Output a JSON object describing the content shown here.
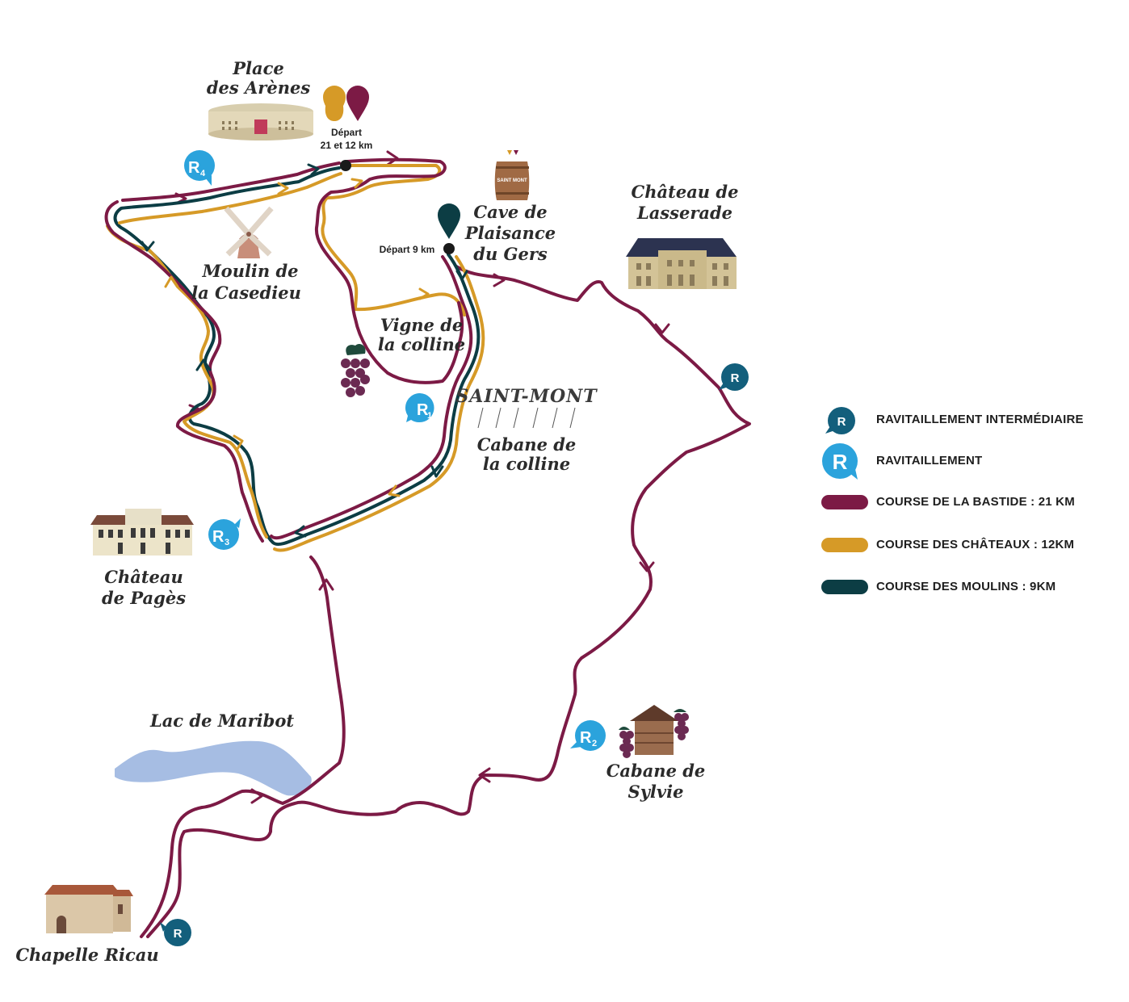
{
  "colors": {
    "bastide": "#7c1a45",
    "chateaux": "#d69a27",
    "moulins": "#0c3d44",
    "refuel": "#2ba3dc",
    "refuel_mid": "#135f7c",
    "lake": "#a6bde3"
  },
  "places": {
    "arenes_1": "Place",
    "arenes_2": "des Arènes",
    "cave_1": "Cave de",
    "cave_2": "Plaisance",
    "cave_3": "du Gers",
    "lasserade_1": "Château de",
    "lasserade_2": "Lasserade",
    "moulin_1": "Moulin de",
    "moulin_2": "la Casedieu",
    "vigne_1": "Vigne de",
    "vigne_2": "la colline",
    "cabane_colline_1": "Cabane de",
    "cabane_colline_2": "la colline",
    "pages_1": "Château",
    "pages_2": "de Pagès",
    "maribot": "Lac de Maribot",
    "sylvie_1": "Cabane de",
    "sylvie_2": "Sylvie",
    "ricau": "Chapelle Ricau"
  },
  "starts": {
    "main_1": "Départ",
    "main_2": "21 et 12 km",
    "short": "Départ 9 km"
  },
  "sign": "SAINT-MONT",
  "barrel_label": "SAINT MONT",
  "markers": {
    "r1_letter": "R",
    "r1_sub": "1",
    "r2_letter": "R",
    "r2_sub": "2",
    "r3_letter": "R",
    "r3_sub": "3",
    "r4_letter": "R",
    "r4_sub": "4",
    "mid": "R"
  },
  "legend": {
    "mid_label": "RAVITAILLEMENT INTERMÉDIAIRE",
    "refuel_label": "RAVITAILLEMENT",
    "bastide_label": "COURSE DE LA BASTIDE : 21 KM",
    "chateaux_label": "COURSE DES CHÂTEAUX : 12KM",
    "moulins_label": "COURSE DES MOULINS : 9KM"
  }
}
